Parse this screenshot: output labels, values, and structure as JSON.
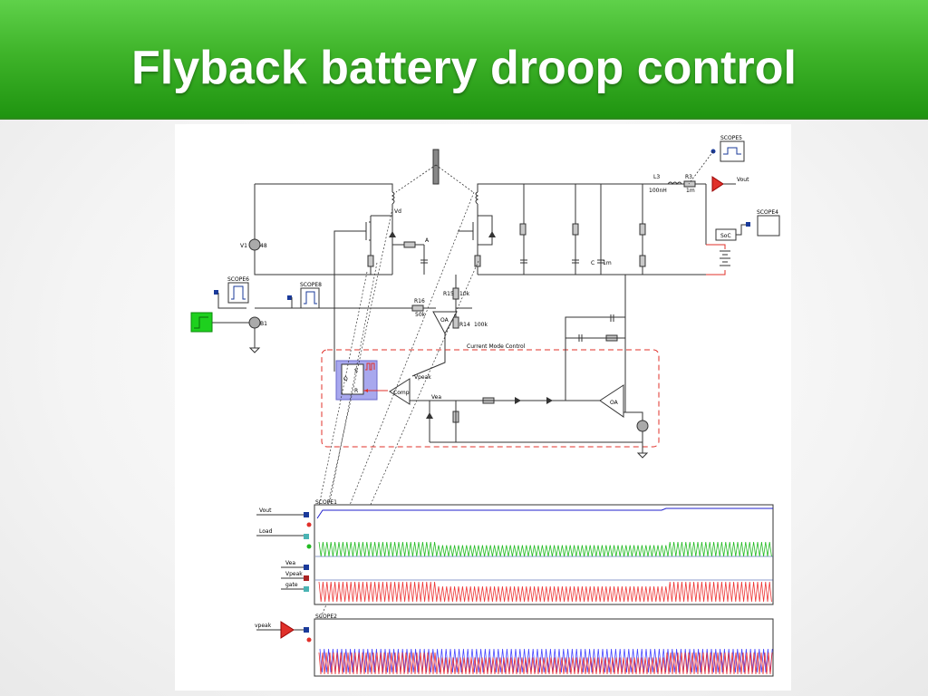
{
  "slide": {
    "title": "Flyback battery droop control",
    "colors": {
      "title_bar": "#3fb42a",
      "title_text": "#ffffff"
    }
  },
  "schematic": {
    "labels": {
      "scope5": "SCOPE5",
      "scope4": "SCOPE4",
      "scope6": "SCOPE6",
      "scope8": "SCOPE8",
      "scope1": "SCOPE1",
      "scope2": "SCOPE2",
      "l3": "L3",
      "l3_val": "100nH",
      "r3": "R3",
      "r3_val": "1m",
      "vout": "Vout",
      "soc": "SoC",
      "v1": "V1",
      "v1_val": "48",
      "vd": "Vd",
      "node_a": "A",
      "c_label": "C",
      "c_val": "1m",
      "r16": "R16",
      "r16_val": "50k",
      "r15": "R15",
      "r15_val": "10k",
      "r14": "R14",
      "r14_val": "100k",
      "oa1": "OA",
      "oa2": "OA",
      "v1_src": "V1",
      "b1": "B1",
      "current_mode_control": "Current Mode Control",
      "vpeak": "Vpeak",
      "vea": "Vea",
      "comp": "Comp",
      "ff_s": "S",
      "ff_r": "R",
      "ff_q": "Q",
      "ff_qbar": "Q"
    },
    "scope_inputs": {
      "vout": "Vout",
      "load": "Load",
      "vea": "Vea",
      "vpeak": "Vpeak",
      "gate": "gate",
      "vpeak2": "vpeak"
    }
  }
}
